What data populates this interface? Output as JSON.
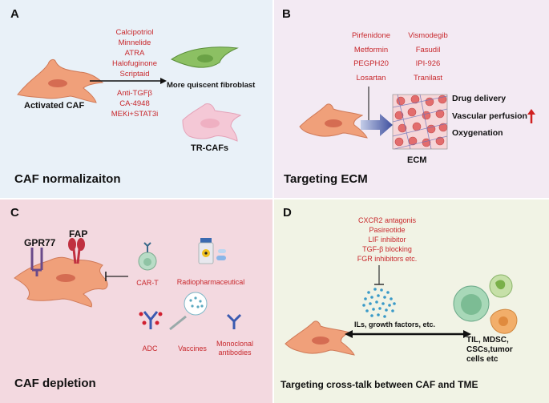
{
  "panelA": {
    "letter": "A",
    "title": "CAF normalizaiton",
    "drugs_top": [
      "Calcipotriol",
      "Minnelide",
      "ATRA",
      "Halofuginone",
      "Scriptaid"
    ],
    "drugs_bottom": [
      "Anti-TGFβ",
      "CA-4948",
      "MEKi+STAT3i"
    ],
    "activated_label": "Activated CAF",
    "quiescent_label": "More quiscent fibroblast",
    "trcaf_label": "TR-CAFs"
  },
  "panelB": {
    "letter": "B",
    "title": "Targeting ECM",
    "drugs_left": [
      "Pirfenidone",
      "Metformin",
      "PEGPH20",
      "Losartan"
    ],
    "drugs_right": [
      "Vismodegib",
      "Fasudil",
      "IPI-926",
      "Tranilast"
    ],
    "effects": [
      "Drug delivery",
      "Vascular perfusion",
      "Oxygenation"
    ],
    "ecm_label": "ECM"
  },
  "panelC": {
    "letter": "C",
    "title": "CAF depletion",
    "gpr77_label": "GPR77",
    "fap_label": "FAP",
    "cart_label": "CAR-T",
    "radio_label": "Radiopharmaceutical",
    "adc_label": "ADC",
    "vaccines_label": "Vaccines",
    "mab_label_1": "Monoclonal",
    "mab_label_2": "antibodies"
  },
  "panelD": {
    "letter": "D",
    "title": "Targeting cross-talk between CAF and TME",
    "drugs": [
      "CXCR2 antagonis",
      "Pasireotide",
      "LIF inhibitor",
      "TGF-β blocking",
      "FGR inhibitors etc."
    ],
    "arrow_label": "ILs, growth factors, etc.",
    "cells_label": [
      "TIL, MDSC,",
      "CSCs,tumor",
      "cells etc"
    ]
  }
}
